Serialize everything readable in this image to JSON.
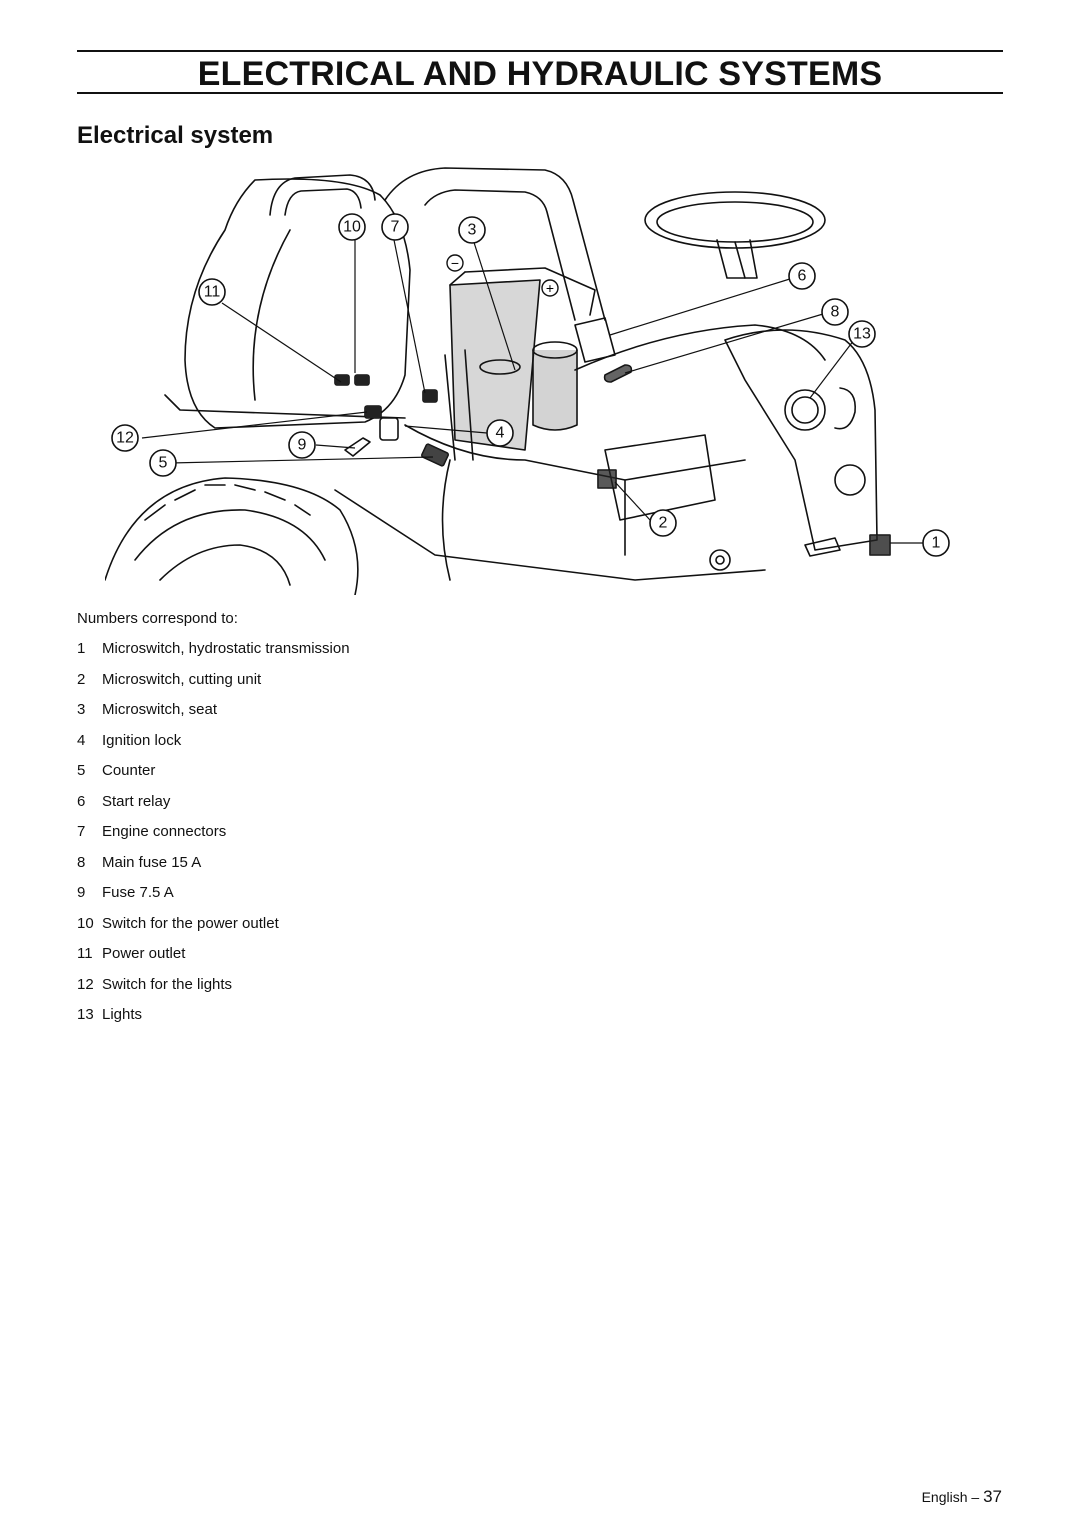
{
  "header": {
    "chapter_title": "ELECTRICAL AND HYDRAULIC SYSTEMS"
  },
  "section": {
    "title": "Electrical system"
  },
  "figure": {
    "callouts": [
      "1",
      "2",
      "3",
      "4",
      "5",
      "6",
      "7",
      "8",
      "9",
      "10",
      "11",
      "12",
      "13"
    ],
    "battery_minus": "−",
    "battery_plus": "+"
  },
  "legend": {
    "intro": "Numbers correspond to:",
    "items": [
      {
        "num": "1",
        "text": "Microswitch, hydrostatic transmission"
      },
      {
        "num": "2",
        "text": "Microswitch, cutting unit"
      },
      {
        "num": "3",
        "text": "Microswitch, seat"
      },
      {
        "num": "4",
        "text": "Ignition lock"
      },
      {
        "num": "5",
        "text": "Counter"
      },
      {
        "num": "6",
        "text": "Start relay"
      },
      {
        "num": "7",
        "text": "Engine connectors"
      },
      {
        "num": "8",
        "text": "Main fuse 15 A"
      },
      {
        "num": "9",
        "text": "Fuse 7.5 A"
      },
      {
        "num": "10",
        "text": "Switch for the power outlet"
      },
      {
        "num": "11",
        "text": "Power outlet"
      },
      {
        "num": "12",
        "text": "Switch for the lights"
      },
      {
        "num": "13",
        "text": "Lights"
      }
    ]
  },
  "footer": {
    "language": "English",
    "dash": "–",
    "page_number": "37"
  }
}
